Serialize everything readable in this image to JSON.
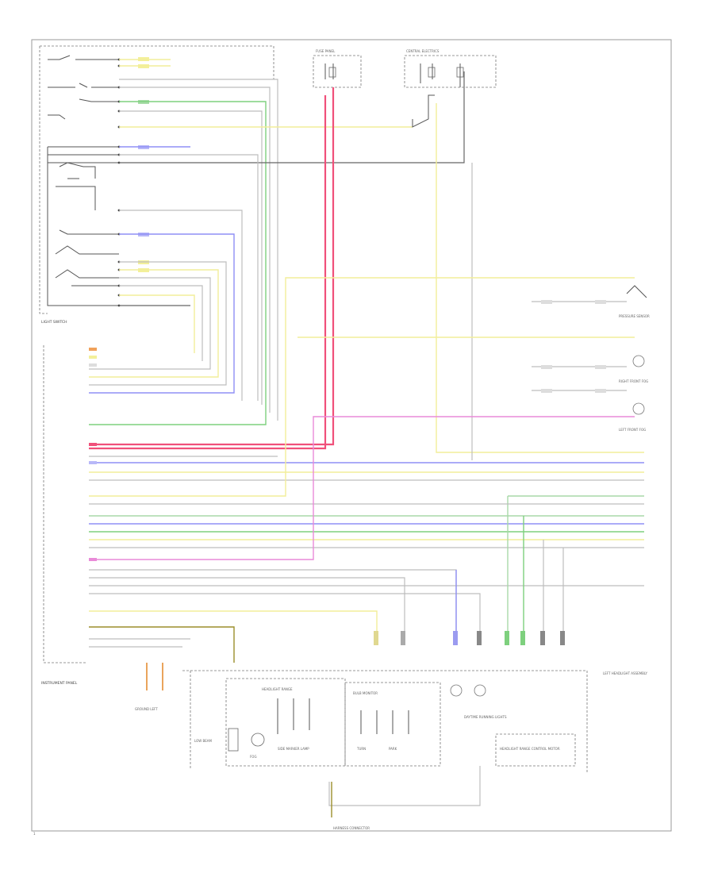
{
  "page": {
    "code": "1"
  },
  "components": {
    "light_switch": "LIGHT SWITCH",
    "instrument_panel": "INSTRUMENT PANEL",
    "left_headlight": "LEFT HEADLIGHT ASSEMBLY",
    "headlight_range": "HEADLIGHT RANGE",
    "low_beam_lamp": "LOW BEAM",
    "fog_lamp": "FOG",
    "side_marker": "SIDE MARKER LAMP",
    "bulb_monitor": "BULB MONITOR",
    "turn_lamp": "TURN",
    "parking_lamp": "PARK",
    "range_control_motor": "HEADLIGHT RANGE CONTROL MOTOR",
    "daytime_lights": "DAYTIME RUNNING LIGHTS",
    "pressure_sensor": "PRESSURE SENSOR",
    "right_front_fog": "RIGHT FRONT FOG",
    "left_front_fog": "LEFT FRONT FOG",
    "fuse_panel": "FUSE PANEL",
    "central_electrics": "CENTRAL ELECTRICS",
    "ground_left": "GROUND LEFT",
    "harness_connector": "HARNESS CONNECTOR"
  }
}
